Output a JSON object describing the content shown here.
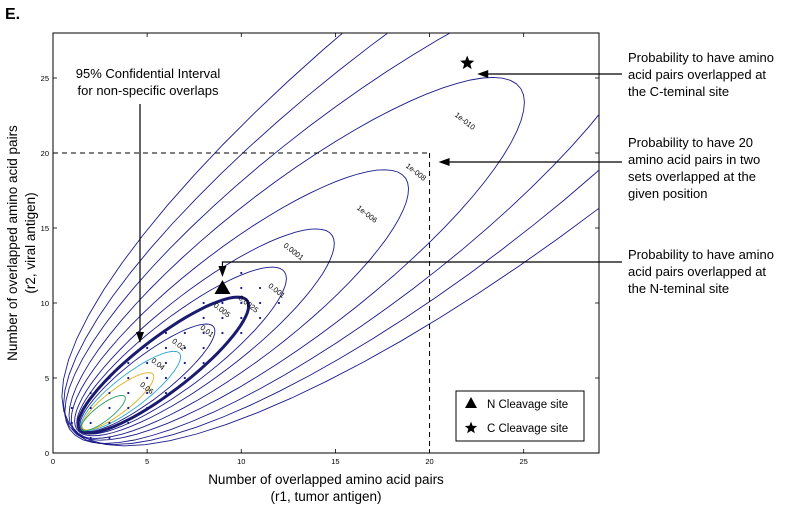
{
  "panel_label": "E.",
  "chart_data": {
    "type": "contour",
    "xlabel_line1": "Number of overlapped amino acid pairs",
    "xlabel_line2": "(r1, tumor  antigen)",
    "ylabel_line1": "Number of overlapped amino acid pairs",
    "ylabel_line2": "(r2, viral antigen)",
    "xlim": [
      0,
      29
    ],
    "ylim": [
      0,
      28
    ],
    "xticks": [
      0,
      5,
      10,
      15,
      20,
      25
    ],
    "yticks": [
      0,
      5,
      10,
      15,
      20,
      25
    ],
    "contour_labels": [
      {
        "text": "1e-010",
        "x": 21.8,
        "y": 22.0
      },
      {
        "text": "1e-008",
        "x": 19.2,
        "y": 18.6
      },
      {
        "text": "1e-006",
        "x": 16.6,
        "y": 15.8
      },
      {
        "text": "0.0001",
        "x": 12.7,
        "y": 13.3
      },
      {
        "text": "0.001",
        "x": 11.8,
        "y": 10.7
      },
      {
        "text": "0.0025",
        "x": 10.3,
        "y": 9.8
      },
      {
        "text": "0.005",
        "x": 8.9,
        "y": 9.4
      },
      {
        "text": "0.01",
        "x": 8.1,
        "y": 8.0
      },
      {
        "text": "0.02",
        "x": 6.6,
        "y": 7.1
      },
      {
        "text": "0.04",
        "x": 5.5,
        "y": 5.8
      },
      {
        "text": "0.06",
        "x": 4.9,
        "y": 4.2
      }
    ],
    "markers": [
      {
        "type": "triangle",
        "name": "N Cleavage site",
        "x": 9,
        "y": 11
      },
      {
        "type": "star",
        "name": "C Cleavage site",
        "x": 22,
        "y": 26
      }
    ],
    "reference_point": {
      "x": 20,
      "y": 20
    },
    "legend": {
      "position": "lower-right",
      "entries": [
        "N Cleavage site",
        "C Cleavage site"
      ]
    },
    "annotations": [
      {
        "id": "ci",
        "lines": [
          "95% Confidential Interval",
          "for non-specific overlaps"
        ]
      },
      {
        "id": "c-site",
        "lines": [
          "Probability to have amino",
          "acid pairs overlapped at",
          "the C-teminal site"
        ]
      },
      {
        "id": "twenty",
        "lines": [
          "Probability to have 20",
          "amino acid pairs in two",
          "sets overlapped at the",
          "given position"
        ]
      },
      {
        "id": "n-site",
        "lines": [
          "Probability to have amino",
          "acid pairs overlapped at",
          "the N-teminal site"
        ]
      }
    ],
    "colors": {
      "contour": "#1a1a8c",
      "ci_contour": "#1a1a6e",
      "inner_contours": [
        "#2aa7c9",
        "#e0b020",
        "#2a9a60"
      ],
      "text": "#000000"
    }
  }
}
